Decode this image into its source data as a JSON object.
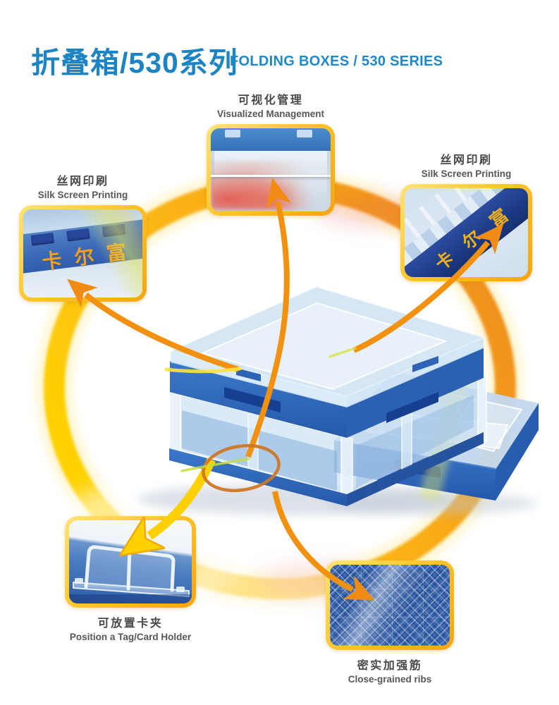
{
  "header": {
    "title_zh": "折叠箱/530系列",
    "title_en": "FOLDING BOXES / 530 SERIES"
  },
  "brand_print": "卡尔富",
  "callouts": {
    "top": {
      "zh": "可视化管理",
      "en": "Visualized Management"
    },
    "left": {
      "zh": "丝网印刷",
      "en": "Silk Screen Printing"
    },
    "right": {
      "zh": "丝网印刷",
      "en": "Silk Screen Printing"
    },
    "bottom_left": {
      "zh": "可放置卡夹",
      "en": "Position a Tag/Card Holder"
    },
    "bottom_right": {
      "zh": "密实加强筋",
      "en": "Close-grained ribs"
    }
  },
  "icons": {
    "ring": "highlight-ring",
    "feature_ellipse": "feature-highlight-ellipse",
    "arrows": [
      "arrow-up-icon",
      "arrow-up-left-icon",
      "arrow-up-right-icon",
      "arrow-down-icon",
      "arrow-down-right-icon"
    ]
  },
  "colors": {
    "title_blue": "#1d85c6",
    "label_gray": "#4e5154",
    "ring_yellow": "#ffd400",
    "ring_orange": "#ef8e1c",
    "frame_gold": "#f9b312",
    "box_blue": "#2e6abc",
    "navy_band": "#1d3a85",
    "print_orange": "#f2a01e"
  }
}
